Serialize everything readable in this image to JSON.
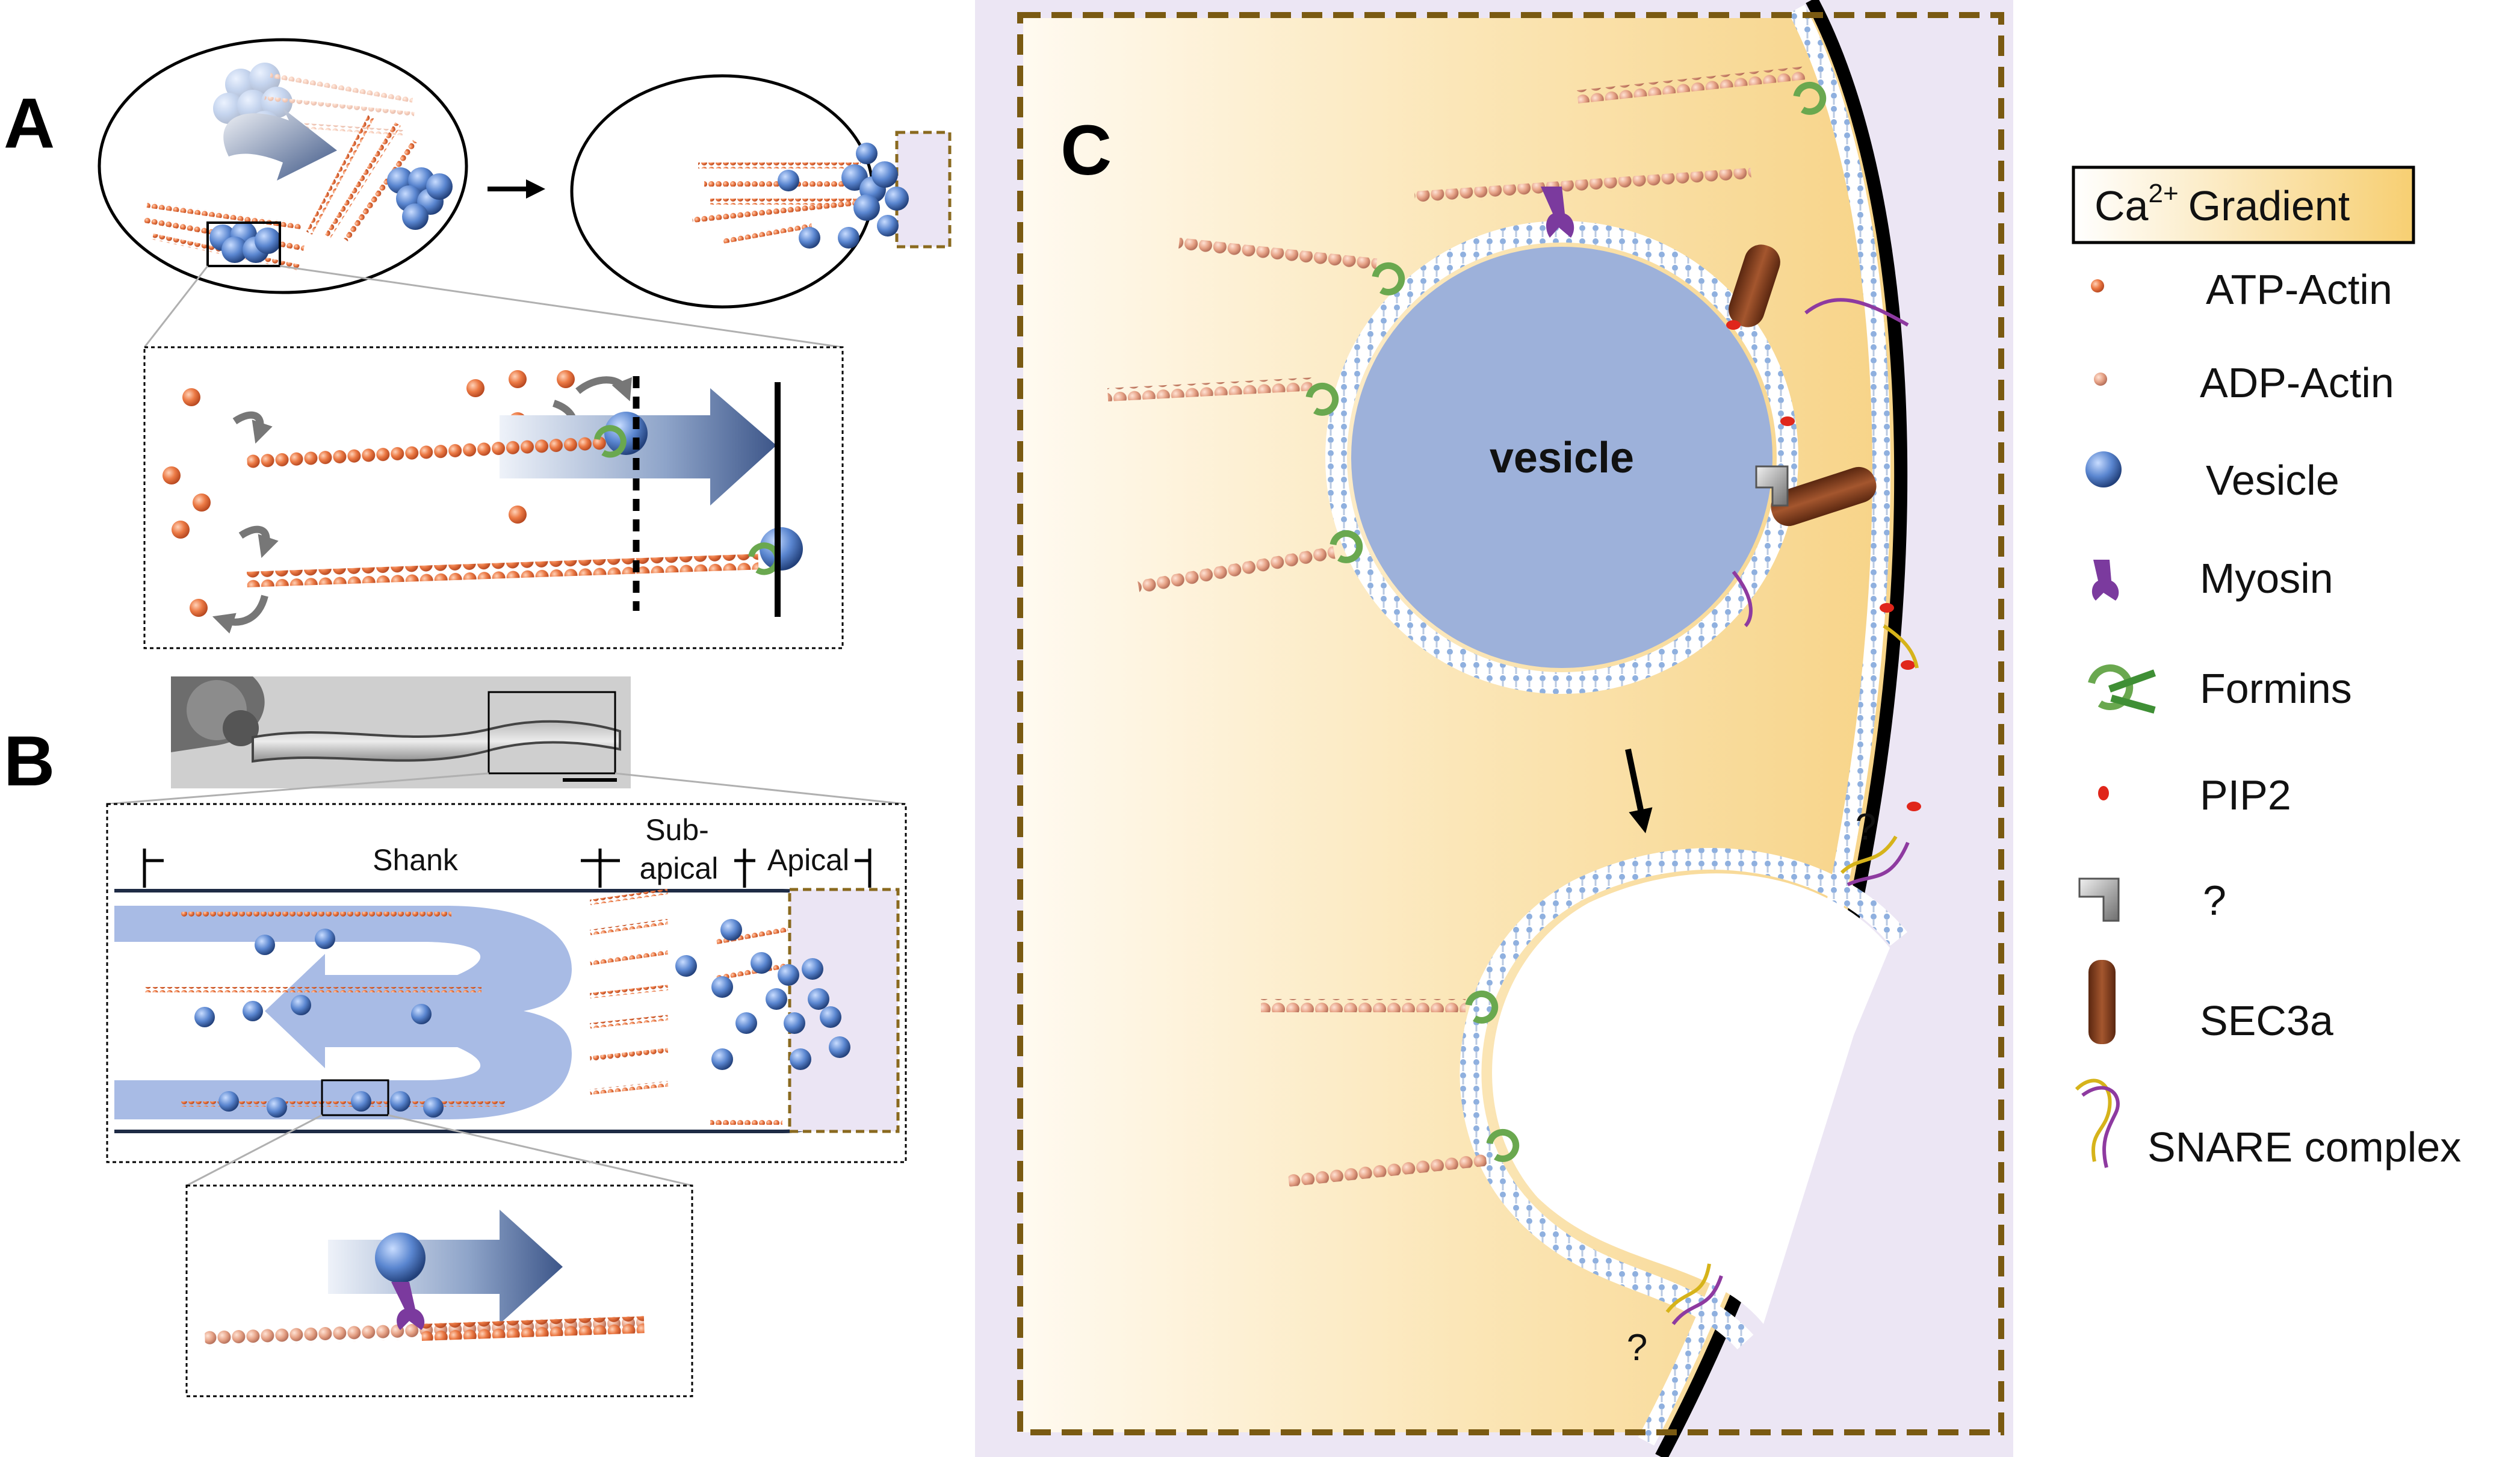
{
  "panels": {
    "a": {
      "letter": "A"
    },
    "b": {
      "letter": "B",
      "zones": {
        "shank": "Shank",
        "subapical_1": "Sub-",
        "subapical_2": "apical",
        "apical": "Apical"
      }
    },
    "c": {
      "letter": "C",
      "vesicle_label": "vesicle",
      "question_marks": [
        "?",
        "?"
      ]
    }
  },
  "legend": {
    "gradient": {
      "base": "Ca",
      "superscript": "2+",
      "label": "Gradient"
    },
    "items": [
      {
        "icon": "atp-actin-icon",
        "label": "ATP-Actin",
        "color": "#e8683a"
      },
      {
        "icon": "adp-actin-icon",
        "label": "ADP-Actin",
        "color": "#e9a07e"
      },
      {
        "icon": "vesicle-icon",
        "label": "Vesicle",
        "color": "#5c86cf"
      },
      {
        "icon": "myosin-icon",
        "label": "Myosin",
        "color": "#7b3a9e"
      },
      {
        "icon": "formin-icon",
        "label": "Formins",
        "color": "#6aa84f"
      },
      {
        "icon": "pip2-icon",
        "label": "PIP2",
        "color": "#e0261b"
      },
      {
        "icon": "unknown-protein-icon",
        "label": "?",
        "color": "#9a9a9a"
      },
      {
        "icon": "sec3a-icon",
        "label": "SEC3a",
        "color": "#7a3a1c"
      },
      {
        "icon": "snare-complex-icon",
        "label": "SNARE complex",
        "color": "#8e3aa0"
      }
    ]
  }
}
